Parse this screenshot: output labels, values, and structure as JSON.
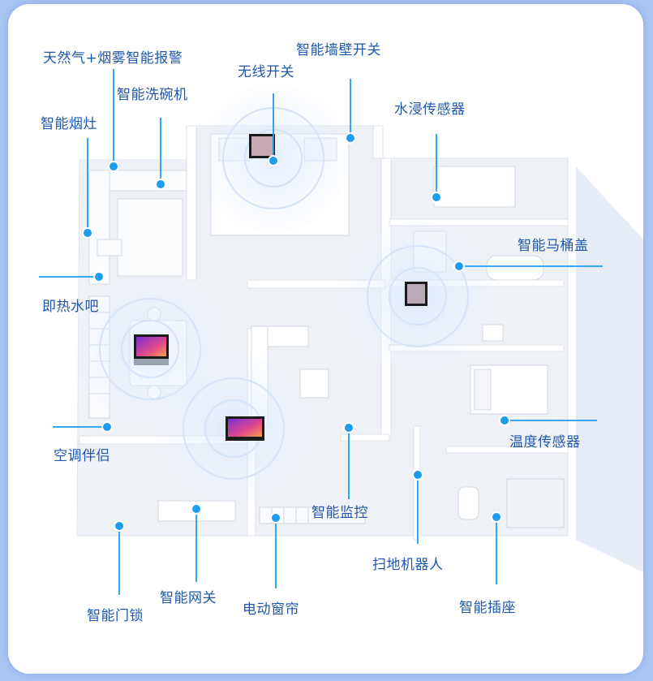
{
  "labels": {
    "gas_smoke_alarm": "天然气+烟雾智能报警",
    "smart_wall_switch": "智能墙壁开关",
    "wireless_switch": "无线开关",
    "smart_dishwasher": "智能洗碗机",
    "smart_stove": "智能烟灶",
    "water_leak_sensor": "水浸传感器",
    "smart_toilet_lid": "智能马桶盖",
    "instant_water_bar": "即热水吧",
    "ac_companion": "空调伴侣",
    "temperature_sensor": "温度传感器",
    "smart_camera": "智能监控",
    "robot_vacuum": "扫地机器人",
    "smart_gateway": "智能网关",
    "electric_curtain": "电动窗帘",
    "smart_door_lock": "智能门锁",
    "smart_socket": "智能插座"
  },
  "colors": {
    "page_bg": "#a9c6f3",
    "card_bg": "#ffffff",
    "accent": "#1e9df0",
    "label_text": "#1f57ad",
    "floor": "#eef1f6",
    "wall": "#ffffff"
  },
  "icons": {
    "hub_panels": "smart-panel-icon",
    "signal": "wireless-signal-ripple"
  }
}
